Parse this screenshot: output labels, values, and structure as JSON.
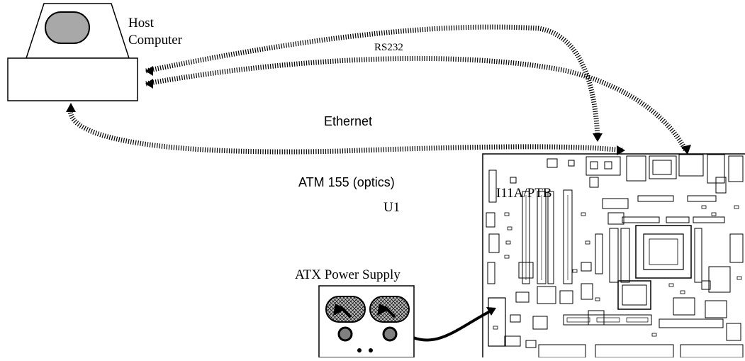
{
  "labels": {
    "host": "Host",
    "computer": "Computer",
    "rs232": "RS232",
    "ethernet": "Ethernet",
    "atm": "ATM 155 (optics)",
    "u1": "U1",
    "board": "I11A/PTB",
    "atx": "ATX Power Supply"
  },
  "colors": {
    "line": "#000000",
    "screen_fill": "#a8a8a8",
    "knob_fill": "#808080",
    "hatch_fill": "#bdbdbd"
  },
  "icons": {
    "host": "host-computer-icon",
    "board": "motherboard-icon",
    "power": "power-supply-icon"
  }
}
